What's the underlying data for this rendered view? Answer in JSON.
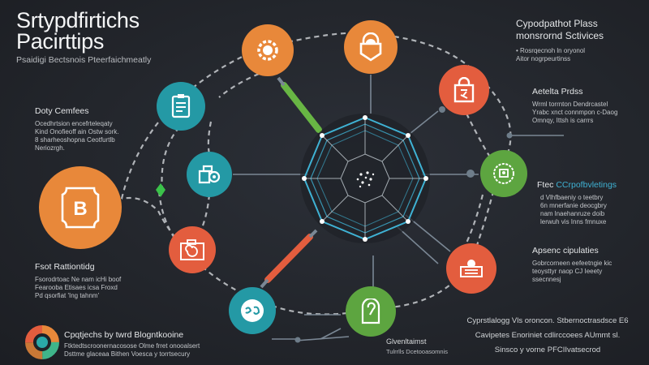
{
  "header": {
    "title_line1": "Srtypdfirtichs",
    "title_line2": "Pacirttips",
    "subtitle": "Psaidigi Bectsnois Pteerfaichmeatly"
  },
  "colors": {
    "background": "#23262c",
    "orange": "#e8883a",
    "red_orange": "#e35d3e",
    "teal": "#2499a5",
    "green": "#5da540",
    "hub_cyan": "#3fb2d4",
    "connector_green": "#68b644",
    "connector_red": "#e35d3e",
    "dashed_line": "#c9ccd0"
  },
  "left_blocks": [
    {
      "id": "doty",
      "heading": "Doty Cemfees",
      "lines": [
        "Ocedhrtsion encefrteleqaty",
        "Kind Onofieoff ain Ostw sork.",
        "8 sharheoshopna Ceotfurtlb",
        "Neriozrgh."
      ]
    },
    {
      "id": "fsot",
      "heading": "Fsot Rattiontidg",
      "lines": [
        "Fsorodrtoac Ne nam icHi boof",
        "Fearooba Etisaes icsa Froxd",
        "Pd qsorfiat 'Ing tahnm'"
      ]
    },
    {
      "id": "footer",
      "heading": "Cpqtjechs by twrd Blogntkooine",
      "lines": [
        "Ftktedtscroonernacosose Olme frret onooalsert",
        "Dsttme glaceaa Bithen Voesca y torrtsecury"
      ]
    }
  ],
  "right_blocks": [
    {
      "id": "cypto",
      "heading_line1": "Cypodpathot Plass",
      "heading_line2": "monsrornd Sctivices",
      "lines": [
        "• Rosrqecnoh ln oryonol",
        "Aitor nogrpeurtinss"
      ]
    },
    {
      "id": "aetelta",
      "heading": "Aetelta Prdss",
      "lines": [
        "Wrml torrnton Dendrcastel",
        "Yrabc xnct connmpon c-Daog",
        "Omnqy, Ittsh is carrrs"
      ]
    },
    {
      "id": "ftec",
      "heading_prefix": "Ftec",
      "heading_accent": "CCrpofbvletings",
      "lines": [
        "d Vlhfbaeniy o teetbry",
        "6n mnerfanie deocgbry",
        "nam lnaehanruze doib",
        "lerwuh vis Inns fmnuxe"
      ]
    },
    {
      "id": "apsenc",
      "heading": "Apsenc cipulaties",
      "lines": [
        "Gobrcorneen eefeetngie kic",
        "teoysttyr naop CJ Ieeety",
        "ssecnnesj"
      ]
    }
  ],
  "bottom_block": {
    "lines": [
      "Cyprstlalogg Vls oroncon. Stbernoctrasdsce E6",
      "Cavipetes Enoriniet cdlirccoees AUmmt sl.",
      "Sinsco y vorne PFCIIvatsecrod"
    ]
  },
  "bottom_node_label": {
    "line1": "Glvenltaimst",
    "line2": "Tulrrlls Dcetooasomnis"
  },
  "nodes": [
    {
      "id": "bitcoin",
      "icon": "bitcoin-icon",
      "color_key": "orange"
    },
    {
      "id": "gear",
      "icon": "gear-icon",
      "color_key": "orange"
    },
    {
      "id": "lock",
      "icon": "lock-icon",
      "color_key": "orange"
    },
    {
      "id": "bag",
      "icon": "shopping-bag-icon",
      "color_key": "red_orange"
    },
    {
      "id": "document",
      "icon": "document-icon",
      "color_key": "teal"
    },
    {
      "id": "wallet",
      "icon": "wallet-icon",
      "color_key": "teal"
    },
    {
      "id": "camera",
      "icon": "camera-icon",
      "color_key": "red_orange"
    },
    {
      "id": "globe",
      "icon": "globe-icon",
      "color_key": "teal"
    },
    {
      "id": "key",
      "icon": "key-lock-icon",
      "color_key": "green"
    },
    {
      "id": "shield",
      "icon": "shield-badge-icon",
      "color_key": "green"
    },
    {
      "id": "printer",
      "icon": "printer-icon",
      "color_key": "red_orange"
    },
    {
      "id": "hub",
      "icon": "blockchain-hub-icon",
      "color_key": "hub_cyan"
    },
    {
      "id": "logo",
      "icon": "donut-logo-icon",
      "color_key": "orange"
    }
  ]
}
